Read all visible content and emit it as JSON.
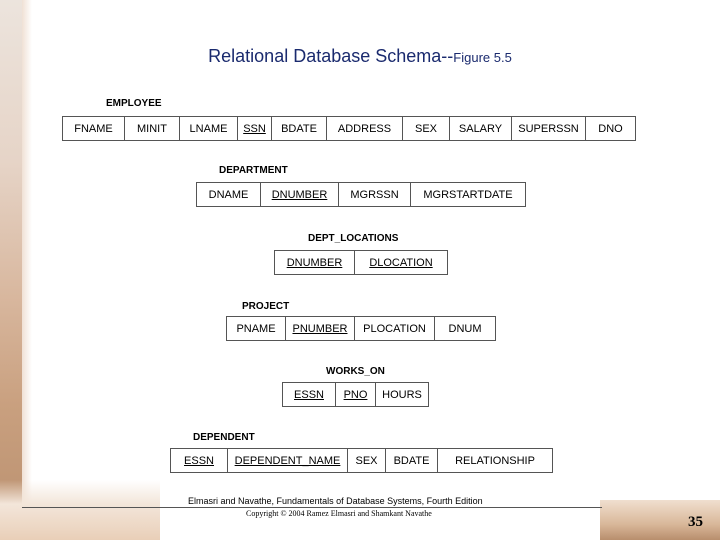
{
  "title": {
    "main": "Relational Database Schema--",
    "figure": "Figure 5.5"
  },
  "relations": [
    {
      "name": "EMPLOYEE",
      "attributes": [
        {
          "label": "FNAME",
          "key": false
        },
        {
          "label": "MINIT",
          "key": false
        },
        {
          "label": "LNAME",
          "key": false
        },
        {
          "label": "SSN",
          "key": true
        },
        {
          "label": "BDATE",
          "key": false
        },
        {
          "label": "ADDRESS",
          "key": false
        },
        {
          "label": "SEX",
          "key": false
        },
        {
          "label": "SALARY",
          "key": false
        },
        {
          "label": "SUPERSSN",
          "key": false
        },
        {
          "label": "DNO",
          "key": false
        }
      ]
    },
    {
      "name": "DEPARTMENT",
      "attributes": [
        {
          "label": "DNAME",
          "key": false
        },
        {
          "label": "DNUMBER",
          "key": true
        },
        {
          "label": "MGRSSN",
          "key": false
        },
        {
          "label": "MGRSTARTDATE",
          "key": false
        }
      ]
    },
    {
      "name": "DEPT_LOCATIONS",
      "attributes": [
        {
          "label": "DNUMBER",
          "key": true
        },
        {
          "label": "DLOCATION",
          "key": true
        }
      ]
    },
    {
      "name": "PROJECT",
      "attributes": [
        {
          "label": "PNAME",
          "key": false
        },
        {
          "label": "PNUMBER",
          "key": true
        },
        {
          "label": "PLOCATION",
          "key": false
        },
        {
          "label": "DNUM",
          "key": false
        }
      ]
    },
    {
      "name": "WORKS_ON",
      "attributes": [
        {
          "label": "ESSN",
          "key": true
        },
        {
          "label": "PNO",
          "key": true
        },
        {
          "label": "HOURS",
          "key": false
        }
      ]
    },
    {
      "name": "DEPENDENT",
      "attributes": [
        {
          "label": "ESSN",
          "key": true
        },
        {
          "label": "DEPENDENT_NAME",
          "key": true
        },
        {
          "label": "SEX",
          "key": false
        },
        {
          "label": "BDATE",
          "key": false
        },
        {
          "label": "RELATIONSHIP",
          "key": false
        }
      ]
    }
  ],
  "footer": {
    "credit": "Elmasri and Navathe, Fundamentals of Database Systems, Fourth Edition",
    "copyright": "Copyright © 2004 Ramez Elmasri and Shamkant Navathe",
    "page_number": "35"
  }
}
